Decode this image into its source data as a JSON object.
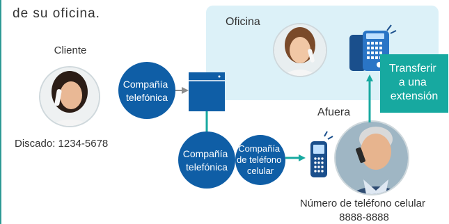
{
  "intro": "de su oficina.",
  "office": {
    "label": "Oficina",
    "bg": "#dcf1f8"
  },
  "client": {
    "label": "Cliente",
    "dialed": "Discado: 1234-5678"
  },
  "phone_company_1": [
    "Compañía",
    "telefónica"
  ],
  "phone_company_2": [
    "Compañía",
    "telefónica"
  ],
  "mobile_company": [
    "Compañía",
    "de teléfono",
    "celular"
  ],
  "outside": {
    "label": "Afuera"
  },
  "mobile_number": [
    "Número de teléfono celular",
    "8888-8888"
  ],
  "transfer": [
    "Transferir",
    "a una",
    "extensión"
  ],
  "colors": {
    "blue": "#0f5ea6",
    "teal": "#17a9a0",
    "arrow_gray": "#8c8c8c",
    "border": "#2e9a95"
  }
}
